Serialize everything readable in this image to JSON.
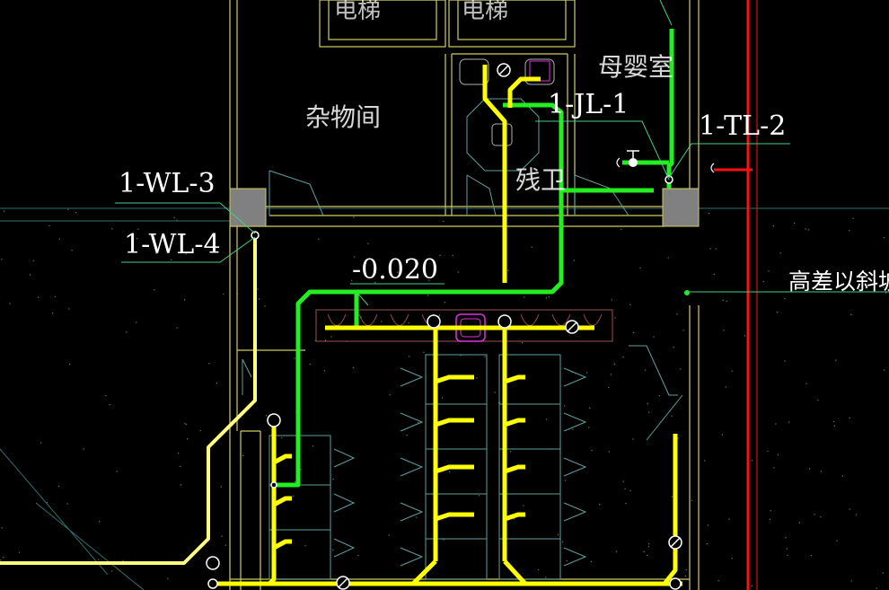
{
  "drawing": {
    "background": "#000000",
    "colors": {
      "wall": "#d0cc60",
      "wall_dim": "#8a8a30",
      "fixture": "#b0b0b0",
      "cyan_detail": "#5fa0a0",
      "teal_grid": "#2e7070",
      "sewage_pipe": "#ffff00",
      "sewage_pipe_light": "#ffff80",
      "water_pipe": "#22ee22",
      "leader_line": "#44cc88",
      "red_line": "#ff1010",
      "column": "#808080",
      "magenta": "#dd33dd",
      "text": "#ffffff"
    },
    "rooms": {
      "elevator_1": "电梯",
      "elevator_2": "电梯",
      "storage": "杂物间",
      "mother_baby": "母婴室",
      "accessible_wc": "残卫"
    },
    "pipe_labels": {
      "wl3": "1-WL-3",
      "wl4": "1-WL-4",
      "jl1": "1-JL-1",
      "tl2": "1-TL-2"
    },
    "elevation_mark": "-0.020",
    "note": "高差以斜坡过"
  }
}
